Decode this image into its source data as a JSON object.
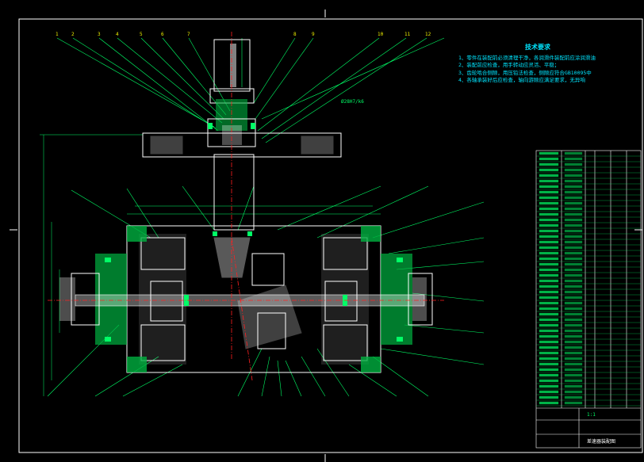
{
  "notes": {
    "title": "技术要求",
    "lines": [
      "1、零件在装配前必须清理干净，各润滑件装配前应涂润滑油",
      "2、装配前应检查，用手转动应灵活、平稳；",
      "3、齿轮啮合侧隙，用压铅法检查，侧隙应符合GB10095中",
      "4、各轴承装好后应检查，轴向游隙应满足要求，无异响"
    ]
  },
  "callouts": {
    "top_left": [
      "1",
      "2",
      "3",
      "4",
      "5",
      "6",
      "7"
    ],
    "top_right": [
      "8",
      "9",
      "10",
      "11",
      "12"
    ],
    "side_note": "Ø28H7/k6"
  },
  "title_block": {
    "drawing_title": "差速器装配图",
    "scale": "1:1"
  },
  "colors": {
    "background": "#000000",
    "frame": "#ffffff",
    "outline": "#00ff66",
    "fill_green": "#00b040",
    "callout": "#c8ff00",
    "hatch": "#ffffff",
    "red_center": "#ff2020",
    "notes": "#00e5ff"
  }
}
